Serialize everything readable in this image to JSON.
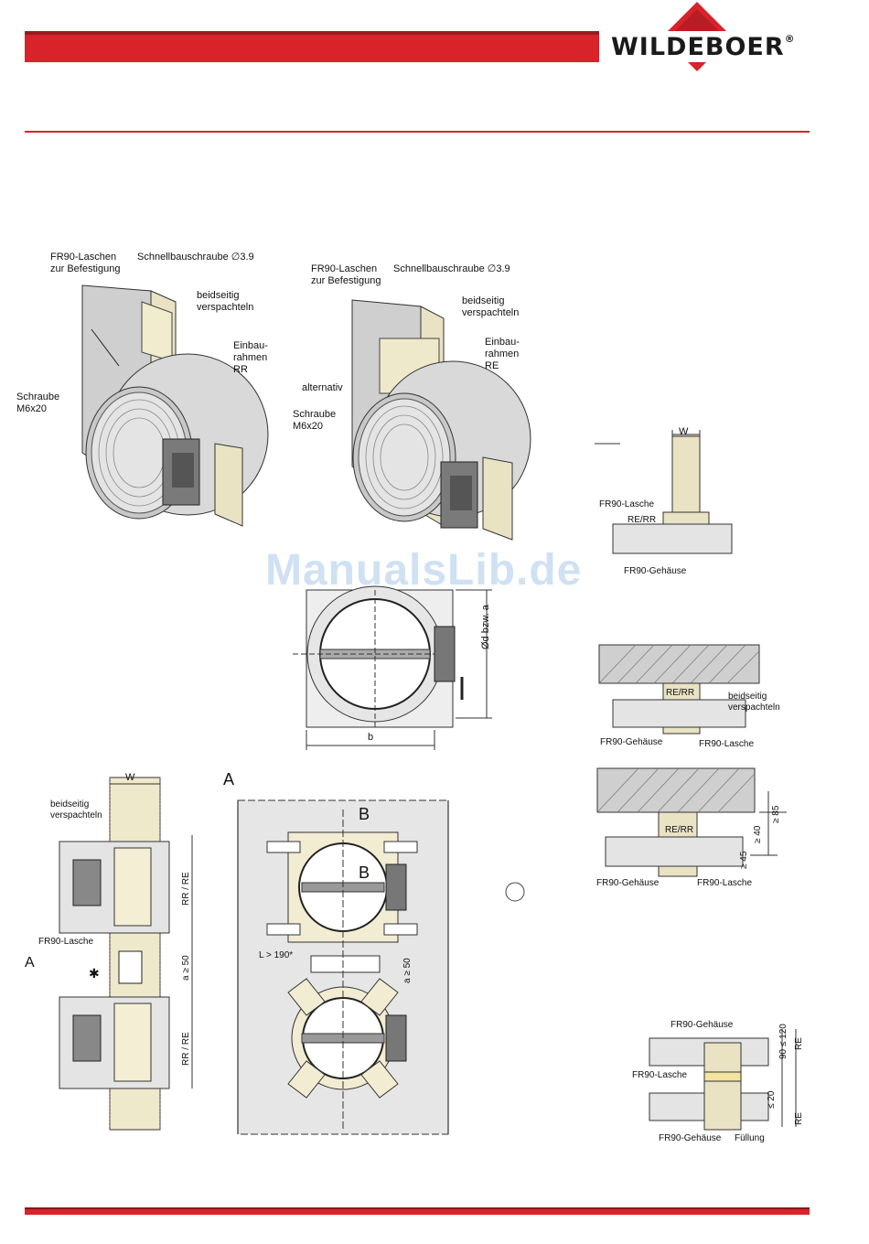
{
  "brand": {
    "name": "WILDEBOER",
    "mark": "®"
  },
  "watermark": "ManualsLib.de",
  "fig1": {
    "laschen": [
      "FR90-Laschen",
      "zur Befestigung"
    ],
    "schraube_top": "Schnellbauschraube ∅3.9",
    "spachteln": [
      "beidseitig",
      "verspachteln"
    ],
    "einbau": [
      "Einbau-",
      "rahmen",
      "RR"
    ],
    "schraube_m6": [
      "Schraube",
      "M6x20"
    ]
  },
  "fig2": {
    "laschen": [
      "FR90-Laschen",
      "zur Befestigung"
    ],
    "schraube_top": "Schnellbauschraube ∅3.9",
    "spachteln": [
      "beidseitig",
      "verspachteln"
    ],
    "einbau": [
      "Einbau-",
      "rahmen",
      "RE"
    ],
    "alternativ": "alternativ",
    "schraube_m6": [
      "Schraube",
      "M6x20"
    ]
  },
  "fig_section_front": {
    "dim_d": "Ød bzw. a",
    "dim_b": "b"
  },
  "fig_right1": {
    "w": "W",
    "lasche": "FR90-Lasche",
    "rere": "RE/RR",
    "gehaeuse": "FR90-Gehäuse"
  },
  "fig_right2": {
    "rere": "RE/RR",
    "spachteln": [
      "beidseitig",
      "verspachteln"
    ],
    "gehaeuse": "FR90-Gehäuse",
    "lasche": "FR90-Lasche"
  },
  "fig_right3": {
    "rere": "RE/RR",
    "gehaeuse": "FR90-Gehäuse",
    "lasche": "FR90-Lasche",
    "dim85": "≥ 85",
    "dim40": "≥ 40",
    "dim45": "≥ 45"
  },
  "fig_right4": {
    "gehaeuse_top": "FR90-Gehäuse",
    "lasche": "FR90-Lasche",
    "gehaeuse_bottom": "FR90-Gehäuse",
    "fuellung": "Füllung",
    "dim_range": "90 ≤ 120",
    "dim_20": "≤ 20",
    "re1": "RE",
    "re2": "RE"
  },
  "fig_left_section": {
    "w": "W",
    "spachteln": [
      "beidseitig",
      "verspachteln"
    ],
    "rrre1": "RR / RE",
    "a50": "a ≥ 50",
    "rrre2": "RR / RE",
    "lasche": "FR90-Lasche",
    "arrow_a": "A",
    "asterisk": "✱"
  },
  "fig_view_a": {
    "letter_a": "A",
    "letter_b1": "B",
    "letter_b2": "B",
    "l190": "L > 190*",
    "a50": "a ≥ 50"
  }
}
